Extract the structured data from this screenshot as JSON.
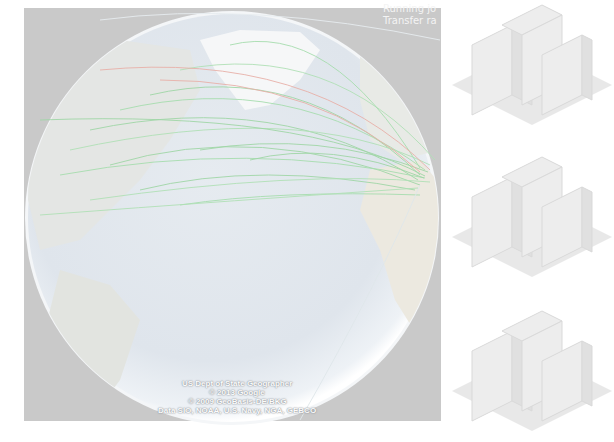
{
  "diagram": {
    "labels": [
      "Running jo",
      "Transfer ra",
      "US Dept of State Geographer",
      "© 2013 Google",
      "© 2009 GeoBasis-DE/BKG",
      "Data SIO, NOAA, U.S. Navy, NGA, GEBCO"
    ]
  }
}
